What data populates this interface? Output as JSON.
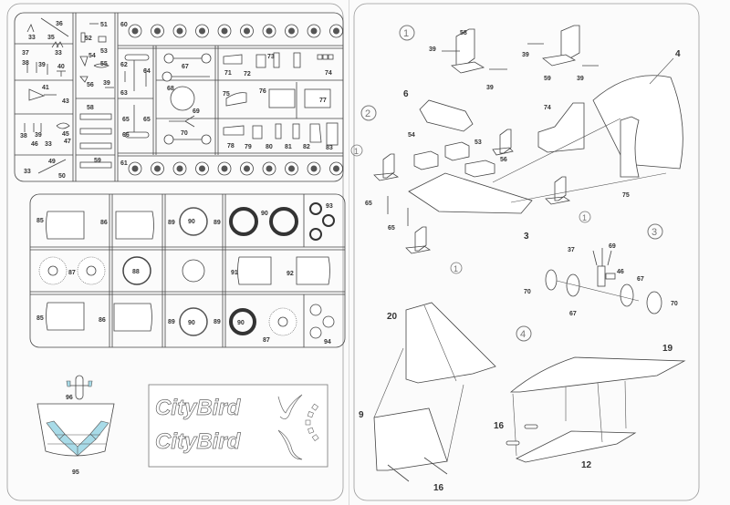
{
  "document": {
    "type": "model kit assembly instructions",
    "left_page": {
      "sprue_a": {
        "part_labels": [
          "33",
          "35",
          "36",
          "37",
          "38",
          "39",
          "40",
          "41",
          "43",
          "45",
          "46",
          "47",
          "49",
          "50",
          "51",
          "52",
          "53",
          "54",
          "55",
          "56",
          "58",
          "59",
          "60",
          "61",
          "62",
          "63",
          "64",
          "65",
          "66",
          "67",
          "68",
          "69",
          "70",
          "71",
          "72",
          "73",
          "74",
          "75",
          "76",
          "77",
          "78",
          "79",
          "80",
          "81",
          "82",
          "83"
        ]
      },
      "sprue_b": {
        "part_labels": [
          "85",
          "86",
          "87",
          "88",
          "89",
          "90",
          "91",
          "92",
          "93",
          "94"
        ]
      },
      "clear_parts": {
        "part_labels": [
          "95",
          "96"
        ],
        "accent_color": "#a8dbe8"
      },
      "decal_sheet": {
        "logo_text": [
          "CityBird",
          "CityBird"
        ],
        "logo_glyph": "y"
      }
    },
    "right_page": {
      "steps": [
        {
          "number": "1",
          "callouts": [
            "58",
            "39",
            "39",
            "59",
            "39",
            "39"
          ]
        },
        {
          "number": "2",
          "callouts": [
            "6",
            "54",
            "53",
            "56",
            "74",
            "4",
            "75",
            "65",
            "65",
            "3",
            "1",
            "1",
            "1"
          ]
        },
        {
          "number": "3",
          "callouts": [
            "37",
            "69",
            "46",
            "67",
            "67",
            "70",
            "70"
          ]
        },
        {
          "number": "4",
          "callouts": [
            "20",
            "9",
            "16",
            "16",
            "19",
            "12"
          ]
        }
      ]
    }
  },
  "labels": {
    "sa": {
      "l36": "36",
      "l33a": "33",
      "l35": "35",
      "l37": "37",
      "l33b": "33",
      "l38a": "38",
      "l39a": "39",
      "l40": "40",
      "l41": "41",
      "l43": "43",
      "l39b": "39",
      "l38b": "38",
      "l46": "46",
      "l33c": "33",
      "l45": "45",
      "l47": "47",
      "l49": "49",
      "l33d": "33",
      "l50": "50",
      "l51": "51",
      "l52": "52",
      "l53": "53",
      "l54": "54",
      "l55": "55",
      "l56": "56",
      "l39c": "39",
      "l58": "58",
      "l59": "59",
      "l60": "60",
      "l61": "61",
      "l62": "62",
      "l63": "63",
      "l64": "64",
      "l65a": "65",
      "l65b": "65",
      "l66": "66",
      "l67": "67",
      "l68": "68",
      "l69": "69",
      "l70": "70",
      "l71": "71",
      "l72": "72",
      "l73": "73",
      "l74": "74",
      "l75": "75",
      "l76": "76",
      "l77": "77",
      "l78": "78",
      "l79": "79",
      "l80": "80",
      "l81": "81",
      "l82": "82",
      "l83": "83"
    },
    "sb": {
      "l85a": "85",
      "l86a": "86",
      "l89a": "89",
      "l90a": "90",
      "l89b": "89",
      "l90b": "90",
      "l93": "93",
      "l87a": "87",
      "l88": "88",
      "l91": "91",
      "l92": "92",
      "l85b": "85",
      "l86b": "86",
      "l89c": "89",
      "l90c": "90",
      "l89d": "89",
      "l90d": "90",
      "l87b": "87",
      "l94": "94"
    },
    "clear": {
      "l96": "96",
      "l95": "95"
    },
    "decal": {
      "logo1": "CityBird",
      "logo2": "CityBird"
    },
    "step1": {
      "num": "1",
      "c58": "58",
      "c39a": "39",
      "c39b": "39",
      "c39c": "39",
      "c59": "59",
      "c39d": "39"
    },
    "step2": {
      "num": "2",
      "c6": "6",
      "c54": "54",
      "c53": "53",
      "c56": "56",
      "c74": "74",
      "c4": "4",
      "c75": "75",
      "c65a": "65",
      "c65b": "65",
      "c3": "3",
      "r1a": "1",
      "r1b": "1",
      "r1c": "1"
    },
    "step3": {
      "num": "3",
      "c37": "37",
      "c69": "69",
      "c46": "46",
      "c67a": "67",
      "c67b": "67",
      "c70a": "70",
      "c70b": "70"
    },
    "step4": {
      "num": "4",
      "c20": "20",
      "c9": "9",
      "c16a": "16",
      "c16b": "16",
      "c19": "19",
      "c12": "12"
    }
  }
}
